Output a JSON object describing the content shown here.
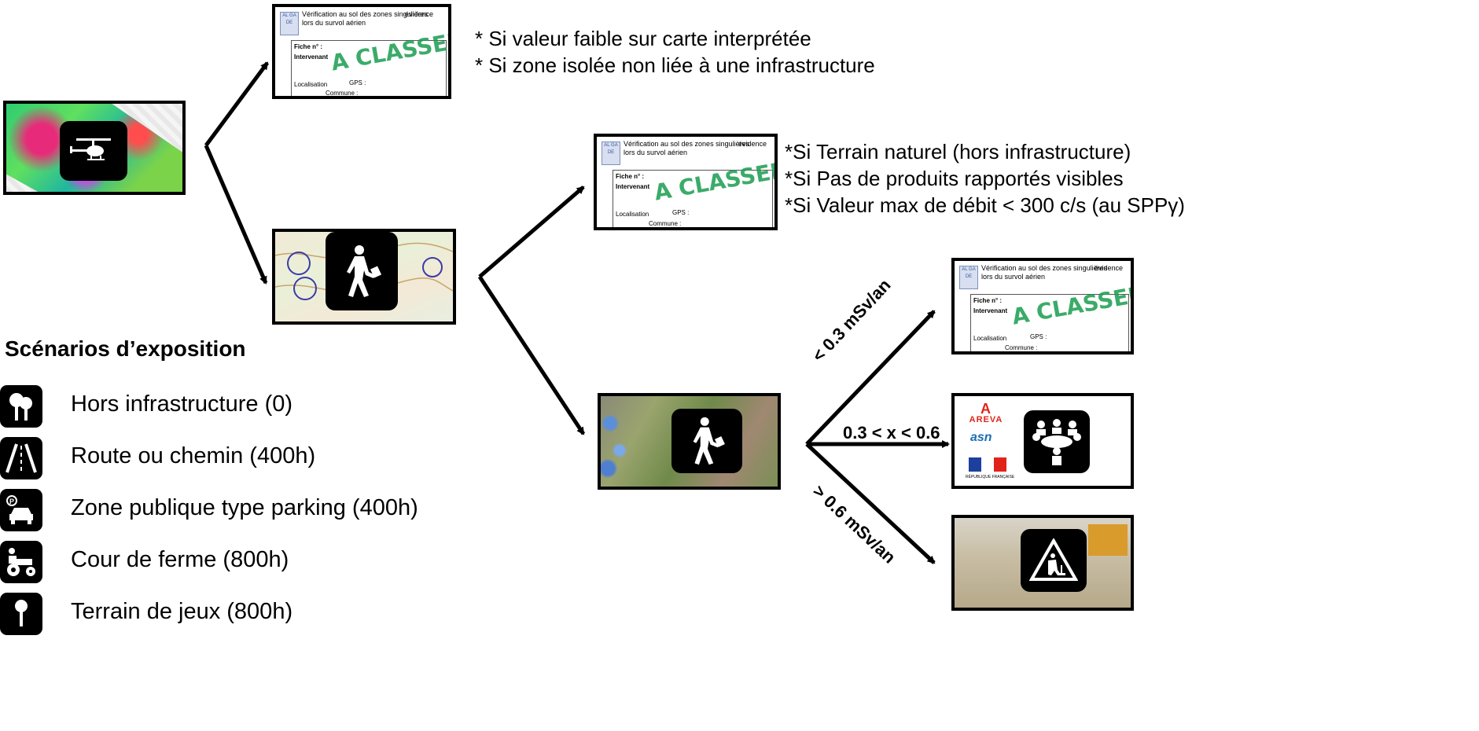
{
  "notes_top": [
    "* Si valeur faible sur carte interprétée",
    "* Si zone isolée non liée à une infrastructure"
  ],
  "notes_mid": [
    "*Si Terrain naturel (hors infrastructure)",
    "*Si Pas de produits rapportés visibles",
    "*Si Valeur max de débit < 300 c/s (au SPPγ)"
  ],
  "legend": {
    "title": "Scénarios d’exposition",
    "items": [
      {
        "label": "Hors infrastructure (0)",
        "icon": "tree-icon"
      },
      {
        "label": "Route ou chemin (400h)",
        "icon": "road-icon"
      },
      {
        "label": "Zone publique type parking (400h)",
        "icon": "parking-car-icon"
      },
      {
        "label": "Cour de ferme (800h)",
        "icon": "tractor-icon"
      },
      {
        "label": "Terrain de jeux (800h)",
        "icon": "playground-icon"
      }
    ]
  },
  "edges": {
    "low": "< 0.3 mSv/an",
    "mid": "0.3 < x < 0.6",
    "high": "> 0.6 mSv/an"
  },
  "form": {
    "title_line1": "Vérification au sol des zones singulières",
    "title_line2": "lors du survol aérien",
    "title_right": "évidence",
    "fiche": "Fiche n° :",
    "intervenant": "Intervenant",
    "localisation": "Localisation",
    "gps": "GPS :",
    "commune": "Commune :",
    "stamp": "A CLASSER",
    "logo_text": "AL GA DE"
  },
  "logos": {
    "areva": "AREVA",
    "asn": "asn",
    "republique": "RÉPUBLIQUE FRANÇAISE"
  },
  "colors": {
    "stamp": "#1a9d4f",
    "areva_red": "#e2231a",
    "asn_blue": "#1d6db3"
  }
}
